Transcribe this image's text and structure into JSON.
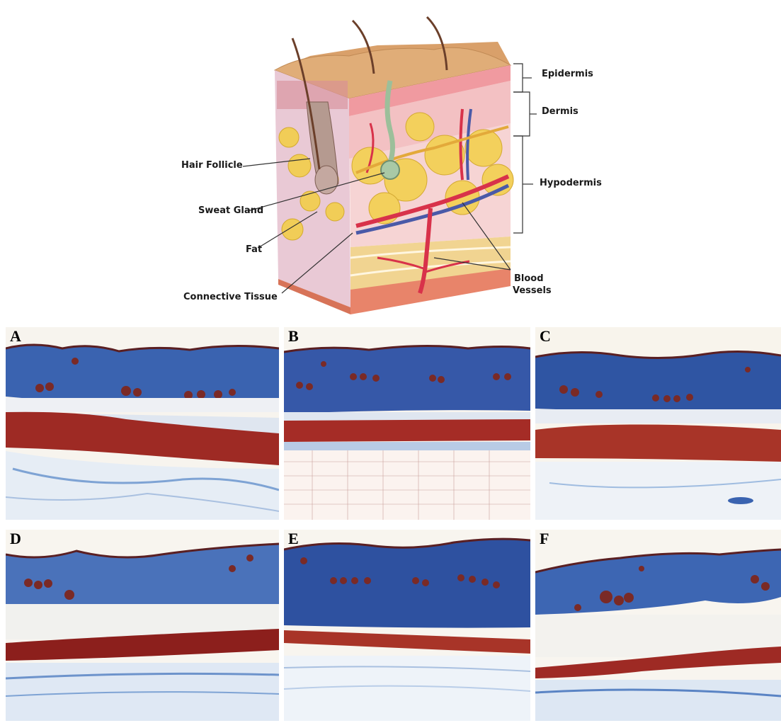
{
  "diagram": {
    "labels": {
      "epidermis": "Epidermis",
      "dermis": "Dermis",
      "hypodermis": "Hypodermis",
      "hair_follicle": "Hair Follicle",
      "sweat_gland": "Sweat Gland",
      "fat": "Fat",
      "connective_tissue": "Connective Tissue",
      "blood_vessels_line1": "Blood",
      "blood_vessels_line2": "Vessels"
    }
  },
  "panels": [
    {
      "id": "A",
      "label": "A"
    },
    {
      "id": "B",
      "label": "B"
    },
    {
      "id": "C",
      "label": "C"
    },
    {
      "id": "D",
      "label": "D"
    },
    {
      "id": "E",
      "label": "E"
    },
    {
      "id": "F",
      "label": "F"
    }
  ],
  "colors": {
    "collagen_blue": "#3a63b0",
    "muscle_red": "#9e2a24",
    "fat_white": "#f4f2ee",
    "skin_tan": "#d9a06a",
    "dermis_pink": "#f0b8b8",
    "fat_yellow": "#f2cf5a",
    "artery_red": "#d8324a",
    "vein_blue": "#4a5aa8"
  }
}
